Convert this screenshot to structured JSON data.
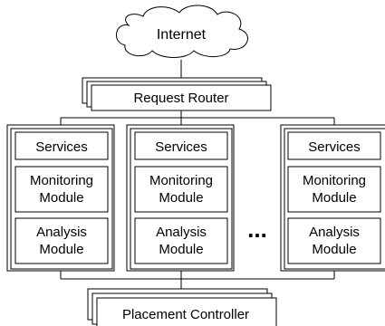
{
  "internet": {
    "label": "Internet"
  },
  "router": {
    "label": "Request Router"
  },
  "servers": [
    {
      "services": "Services",
      "monitoring": [
        "Monitoring",
        "Module"
      ],
      "analysis": [
        "Analysis",
        "Module"
      ]
    },
    {
      "services": "Services",
      "monitoring": [
        "Monitoring",
        "Module"
      ],
      "analysis": [
        "Analysis",
        "Module"
      ]
    },
    {
      "services": "Services",
      "monitoring": [
        "Monitoring",
        "Module"
      ],
      "analysis": [
        "Analysis",
        "Module"
      ]
    }
  ],
  "ellipsis": "...",
  "controller": {
    "label": "Placement Controller"
  }
}
